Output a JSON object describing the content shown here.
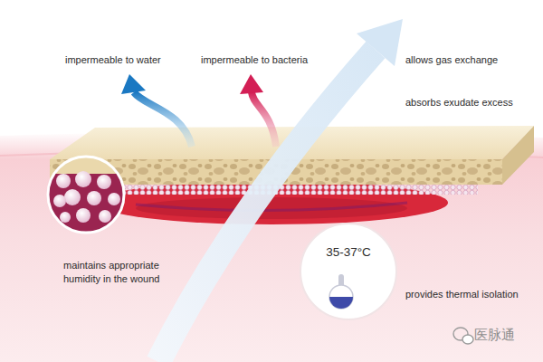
{
  "diagram": {
    "nodes": [
      {
        "text": [
          "35-37°C"
        ]
      }
    ],
    "labels": [
      "impermeable to water",
      "impermeable to bacteria",
      "allows gas exchange",
      "absorbs exudate excess",
      "maintains appropriate humidity in the wound",
      "provides thermal isolation",
      "医脉通"
    ]
  }
}
